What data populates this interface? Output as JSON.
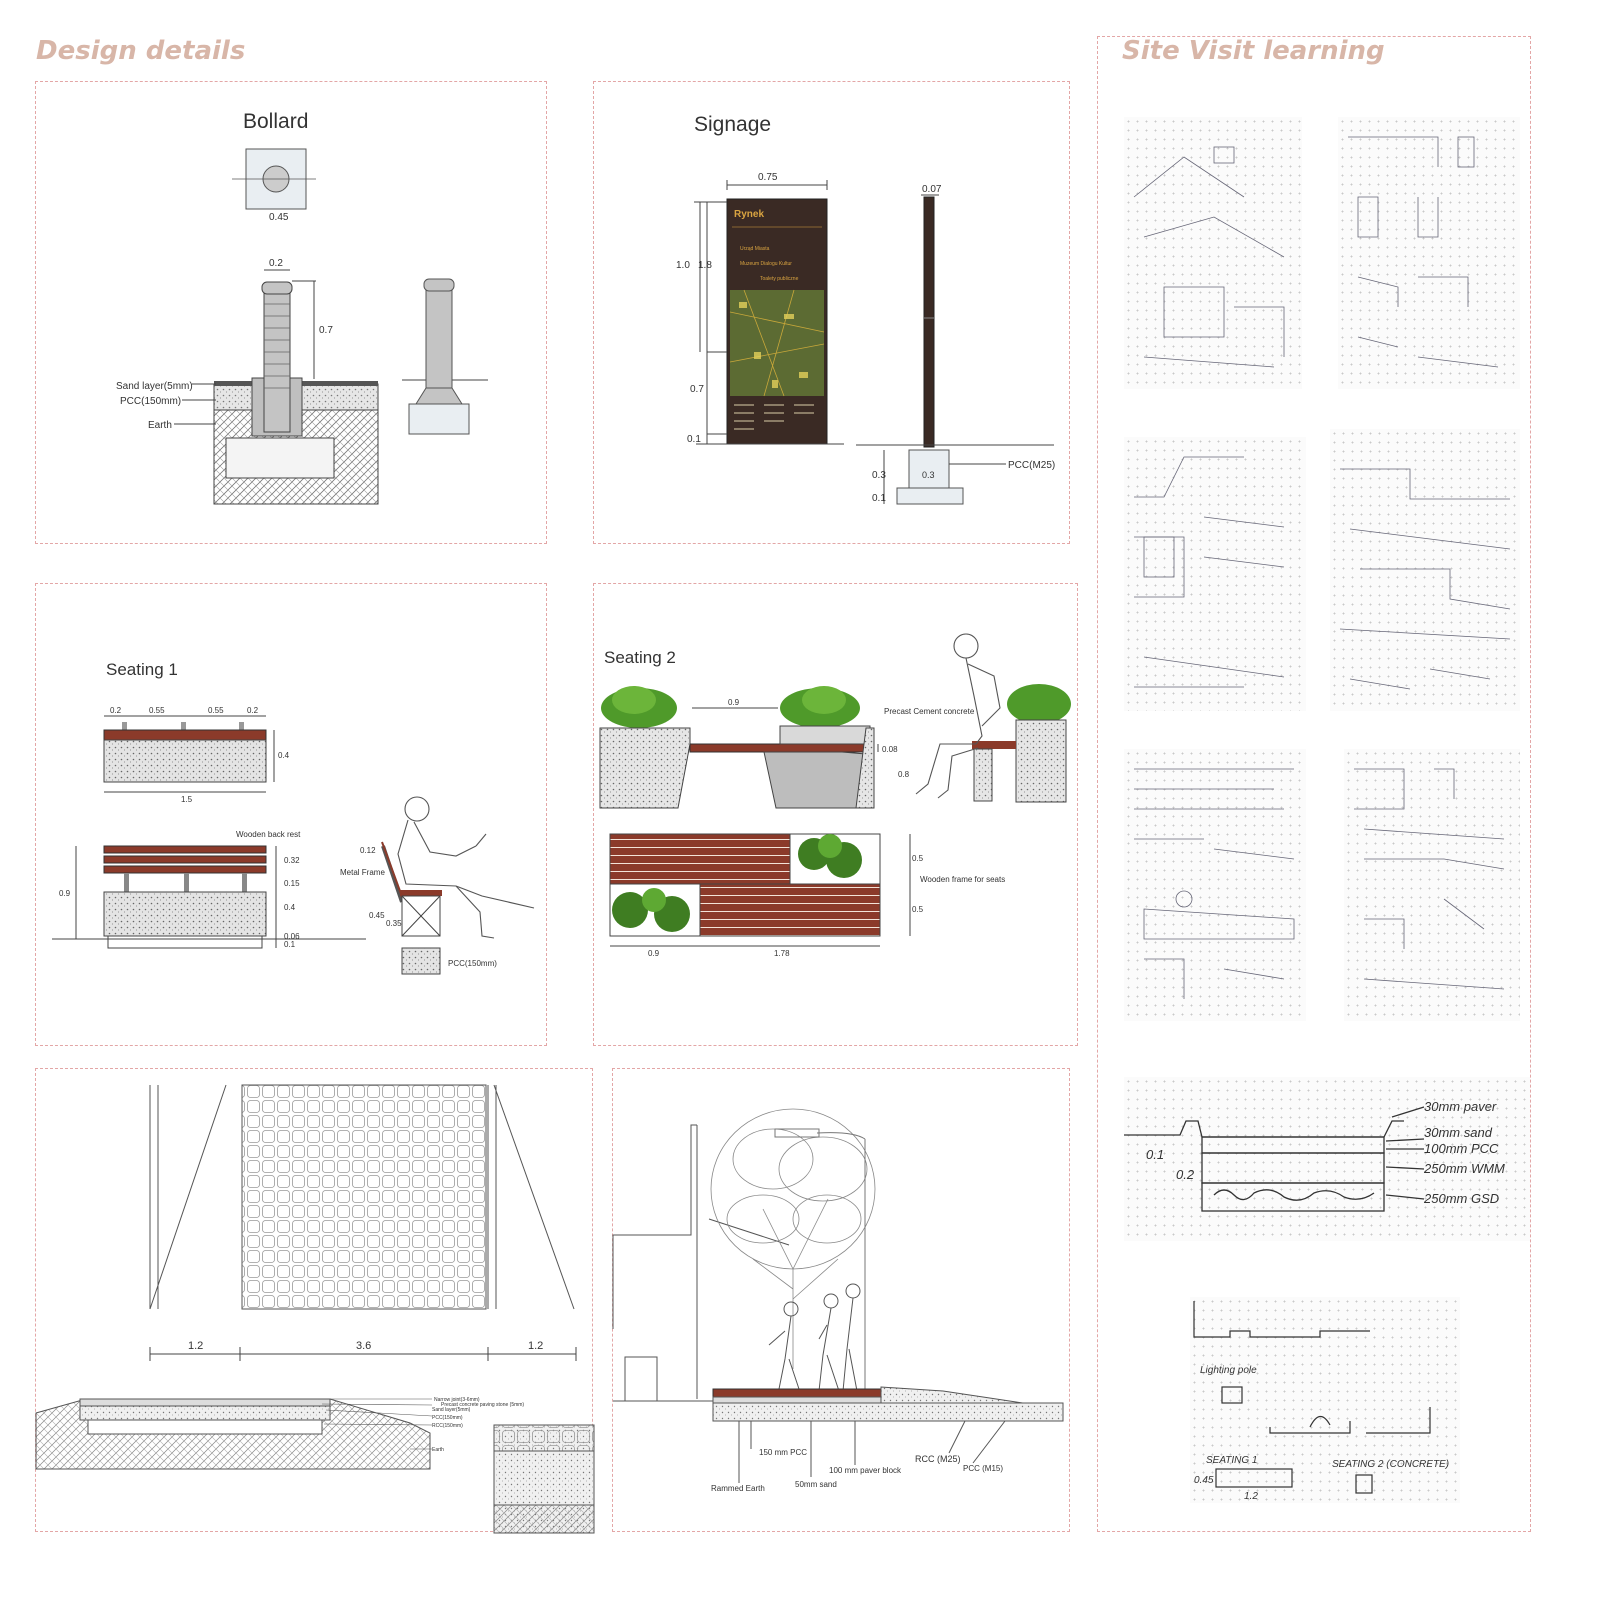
{
  "headings": {
    "design": "Design details",
    "site": "Site Visit learning"
  },
  "bollard": {
    "title": "Bollard",
    "dims": {
      "plan": "0.45",
      "width": "0.2",
      "height": "0.7"
    },
    "layers": [
      "Sand layer(5mm)",
      "PCC(150mm)",
      "Earth"
    ]
  },
  "signage": {
    "title": "Signage",
    "dims": {
      "width": "0.75",
      "h1": "1.0",
      "h2": "1.8",
      "mid": "0.7",
      "base": "0.1",
      "thick": "0.07",
      "f1": "0.3",
      "f2": "0.1",
      "f3": "0.3"
    },
    "board": {
      "name": "Rynek",
      "lines": [
        "Urząd Miasta",
        "Muzeum Dialogu Kultur",
        "Toalety publiczne"
      ]
    },
    "material": "PCC(M25)"
  },
  "seating1": {
    "title": "Seating 1",
    "top_dims": [
      "0.2",
      "0.55",
      "0.55",
      "0.2"
    ],
    "depth": "0.4",
    "length": "1.5",
    "label_backrest": "Wooden back rest",
    "elev_dims": [
      "0.32",
      "0.15",
      "0.4",
      "0.06",
      "0.1"
    ],
    "total_height": "0.9",
    "section_dims": [
      "0.12",
      "0.45",
      "0.35"
    ],
    "label_frame": "Metal Frame",
    "label_pcc": "PCC(150mm)"
  },
  "seating2": {
    "title": "Seating 2",
    "gap": "0.9",
    "bench_thk": "0.08",
    "height": "0.8",
    "label_concrete": "Precast Cement concrete",
    "label_frame": "Wooden frame for seats",
    "plan_dims": [
      "0.5",
      "0.5",
      "0.9",
      "1.78"
    ]
  },
  "paving": {
    "dims": [
      "1.2",
      "3.6",
      "1.2"
    ],
    "layers": [
      "Narrow joint(3-6mm)",
      "Precast concrete paving stone (5mm)",
      "Sand layer(5mm)",
      "PCC(150mm)",
      "RCC(150mm)",
      "Earth"
    ]
  },
  "street": {
    "labels": [
      "150 mm PCC",
      "Rammed Earth",
      "50mm sand",
      "100 mm paver block",
      "RCC (M25)",
      "PCC (M15)"
    ]
  },
  "sketches": {
    "bottom1": [
      "30mm paver",
      "30mm sand",
      "100mm PCC",
      "250mm WMM",
      "250mm GSD",
      "0.1",
      "0.2"
    ],
    "bottom2": [
      "Lighting pole",
      "SEATING 1",
      "SEATING 2 (CONCRETE)",
      "0.45",
      "1.2"
    ]
  },
  "colors": {
    "accent": "#d8b6a8",
    "border": "#e3a6a6",
    "wood": "#8b3a2a",
    "plant": "#4f9a2a",
    "board": "#3a2a24",
    "label": "#d9a441"
  }
}
